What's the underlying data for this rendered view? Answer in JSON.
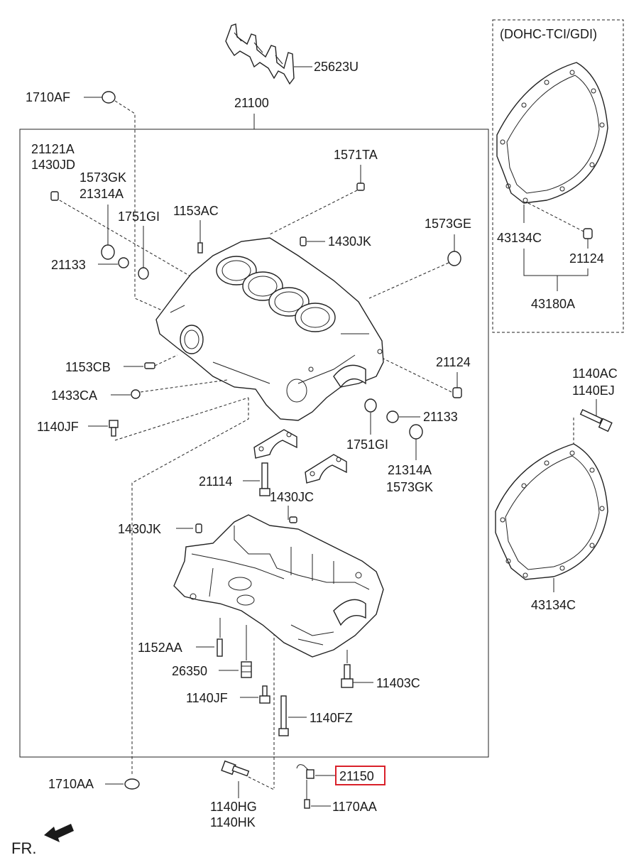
{
  "variant_label": "(DOHC-TCI/GDI)",
  "direction_label": "FR.",
  "part_numbers": {
    "gasket_top": "25623U",
    "oring_top": "1710AF",
    "block_assy": "21100",
    "dowel_left": "21121A",
    "pin_left": "1430JD",
    "plug_gk_left": "1573GK",
    "cap_left": "21314A",
    "oring_left": "1751GI",
    "stud_top": "1153AC",
    "plug_left": "21133",
    "plug_ta": "1571TA",
    "pin_jk_top": "1430JK",
    "plug_ge": "1573GE",
    "plug_cb": "1153CB",
    "plug_ca": "1433CA",
    "bolt_jf_left": "1140JF",
    "dowel_right": "21124",
    "plug_right": "21133",
    "oring_right": "1751GI",
    "cap_right": "21314A",
    "plug_gk_right": "1573GK",
    "main_bolt": "21114",
    "pin_jc": "1430JC",
    "pin_jk_bottom": "1430JK",
    "stud_aa": "1152AA",
    "sensor": "26350",
    "bolt_jf_bottom": "1140JF",
    "bolt_fz": "1140FZ",
    "bolt_403c": "11403C",
    "oring_bottom": "1710AA",
    "bolt_hg": "1140HG",
    "bolt_hk": "1140HK",
    "jet": "21150",
    "screw_aa": "1170AA",
    "gasket_right_top": "43134C",
    "dowel_inset": "21124",
    "gasket_kit": "43180A",
    "bolt_ac": "1140AC",
    "bolt_ej": "1140EJ",
    "gasket_right_bottom": "43134C"
  },
  "highlight_color": "#d9202a"
}
